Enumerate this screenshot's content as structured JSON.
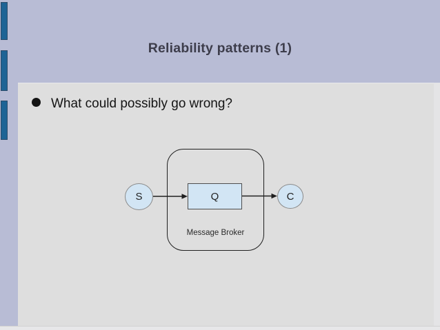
{
  "slide": {
    "title": "Reliability patterns (1)",
    "bullets": [
      {
        "text": "What could possibly go wrong?"
      }
    ],
    "diagram": {
      "source_label": "S",
      "queue_label": "Q",
      "consumer_label": "C",
      "broker_label": "Message Broker"
    }
  },
  "colors": {
    "page_bg": "#e7e7e9",
    "header_bg": "#b8bcd5",
    "panel_bg": "#dedede",
    "accent_bar_fill": "#1e6495",
    "accent_bar_border": "#2b4a68",
    "node_fill": "#d2e5f4",
    "node_border_light": "#8a8a8a",
    "box_border": "#4d4d4d",
    "outline": "#1f1f1f",
    "title_color": "#3d3d4b",
    "text_color": "#141414"
  }
}
